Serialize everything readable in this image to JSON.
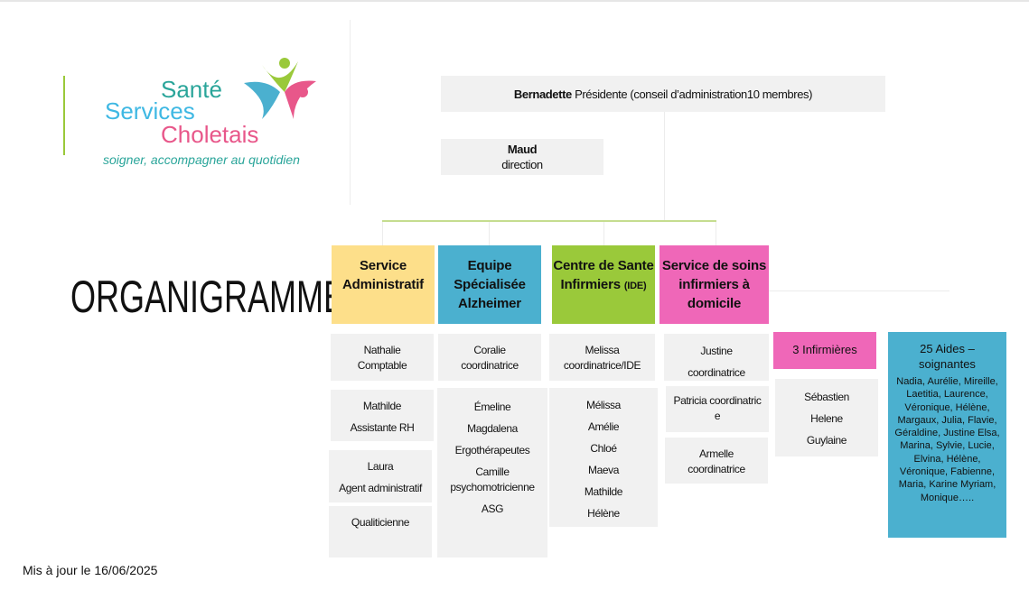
{
  "logo": {
    "line1": "Santé",
    "line2": "Services",
    "line3": "Choletais",
    "tagline": "soigner, accompagner au quotidien"
  },
  "title": "ORGANIGRAMME",
  "president": {
    "name": "Bernadette",
    "role": "Présidente (conseil d’administration10 membres)"
  },
  "direction": {
    "name": "Maud",
    "role": "direction"
  },
  "services": [
    {
      "label": "Service Administratif",
      "color": "#fddf8a"
    },
    {
      "label": "Equipe Spécialisée Alzheimer",
      "color": "#4bb0cf"
    },
    {
      "label_main": "Centre de Sante Infirmiers",
      "label_suffix": "(IDE)",
      "color": "#9ac93a"
    },
    {
      "label": "Service de soins infirmiers à domicile",
      "color": "#ef67b8"
    }
  ],
  "admin": {
    "nathalie": [
      "Nathalie",
      "Comptable"
    ],
    "mathilde": [
      "Mathilde",
      "Assistante RH"
    ],
    "laura": [
      "Laura",
      "Agent administratif"
    ],
    "quali": "Qualiticienne"
  },
  "alzheimer": {
    "coord": [
      "Coralie",
      "coordinatrice"
    ],
    "team": [
      "Émeline",
      "Magdalena",
      "Ergothérapeutes",
      "Camille psychomotricienne",
      "ASG"
    ]
  },
  "csi": {
    "coord": [
      "Melissa",
      "coordinatrice/IDE"
    ],
    "team": [
      "Mélissa",
      "Amélie",
      "Chloé",
      "Maeva",
      "Mathilde",
      "Hélène"
    ]
  },
  "ssiad": {
    "justine": [
      "Justine",
      "coordinatrice"
    ],
    "patricia": "Patricia   coordinatrice",
    "armelle": [
      "Armelle",
      "coordinatrice"
    ],
    "infirmieres_label": "3 Infirmières",
    "infirmieres": [
      "Sébastien",
      "Helene",
      "Guylaine"
    ],
    "aides_label": "25 Aides – soignantes",
    "aides_names": "Nadia, Aurélie, Mireille, Laetitia, Laurence, Véronique, Hélène, Margaux, Julia, Flavie, Géraldine, Justine Elsa, Marina, Sylvie, Lucie, Elvina, Hélène, Véronique, Fabienne, Maria, Karine Myriam,  Monique….."
  },
  "footer": "Mis à jour le 16/06/2025"
}
